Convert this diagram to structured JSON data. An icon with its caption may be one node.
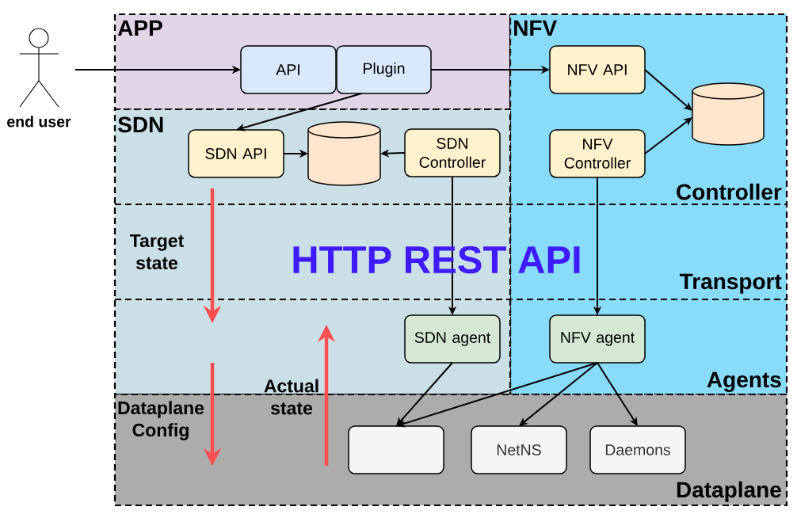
{
  "diagram": {
    "nodes": [
      {
        "text": [
          "end user"
        ]
      },
      {
        "text": [
          "APP"
        ]
      },
      {
        "text": [
          "API"
        ],
        "in": 1
      },
      {
        "text": [
          "Plugin"
        ],
        "in": 1
      },
      {
        "text": [
          "NFV"
        ]
      },
      {
        "text": [
          "NFV API"
        ],
        "in": 4
      },
      {
        "text": [],
        "shape": "cylinder",
        "in": 4
      },
      {
        "text": [
          "SDN"
        ]
      },
      {
        "text": [
          "SDN API"
        ],
        "in": 7
      },
      {
        "text": [],
        "shape": "cylinder",
        "in": 7
      },
      {
        "text": [
          "SDN Controller"
        ],
        "in": 7
      },
      {
        "text": [
          "NFV Controller"
        ],
        "in": 4
      },
      {
        "text": [
          "SDN agent"
        ],
        "in": 7
      },
      {
        "text": [
          "NFV agent"
        ],
        "in": 4
      },
      {
        "text": [
          "Dataplane"
        ]
      },
      {
        "text": [],
        "shape": "box",
        "in": 14
      },
      {
        "text": [
          "NetNS"
        ],
        "in": 14
      },
      {
        "text": [
          "Daemons"
        ],
        "in": 14
      }
    ],
    "edges": [
      {
        "from": 0,
        "to": 2,
        "arrow": "to"
      },
      {
        "from": 3,
        "to": 5,
        "arrow": "to"
      },
      {
        "from": 3,
        "to": 8,
        "arrow": "to"
      },
      {
        "from": 8,
        "to": 9,
        "arrow": "to"
      },
      {
        "from": 10,
        "to": 9,
        "arrow": "to"
      },
      {
        "from": 5,
        "to": 6,
        "arrow": "to"
      },
      {
        "from": 11,
        "to": 6,
        "arrow": "to"
      },
      {
        "from": 10,
        "to": 12,
        "arrow": "to"
      },
      {
        "from": 11,
        "to": 13,
        "arrow": "to"
      },
      {
        "from": 12,
        "to": 15,
        "arrow": "to"
      },
      {
        "from": 13,
        "to": 15,
        "arrow": "to"
      },
      {
        "from": 13,
        "to": 16,
        "arrow": "to"
      },
      {
        "from": 13,
        "to": 17,
        "arrow": "to"
      }
    ],
    "labels": [
      "Controller",
      "Target state",
      "HTTP REST API",
      "Transport",
      "Agents",
      "Actual state",
      "Dataplane Config"
    ]
  }
}
